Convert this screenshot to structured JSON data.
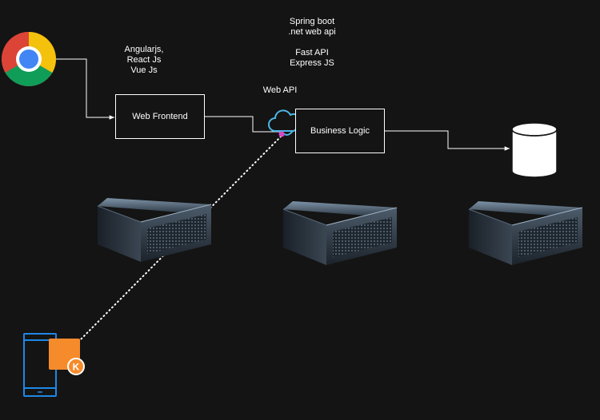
{
  "labels": {
    "frontend_frameworks": [
      "Angularjs,",
      "React Js",
      "Vue Js"
    ],
    "backend_frameworks": [
      "Spring boot",
      ".net web api",
      "",
      "Fast API",
      "Express JS"
    ],
    "web_api": "Web API"
  },
  "nodes": {
    "web_frontend": "Web Frontend",
    "business_logic": "Business Logic",
    "app_badge": "K"
  },
  "colors": {
    "background": "#141414",
    "cloud_stroke": "#4db6e6",
    "phone_stroke": "#1e88e5",
    "app_orange": "#f68b2c",
    "connector_dot": "#d946c8"
  },
  "icons": {
    "browser": "chrome-browser-icon",
    "api": "cloud-api-icon",
    "database": "database-cylinder-icon",
    "server": "rack-server-icon",
    "phone": "mobile-phone-icon",
    "app": "app-icon"
  }
}
